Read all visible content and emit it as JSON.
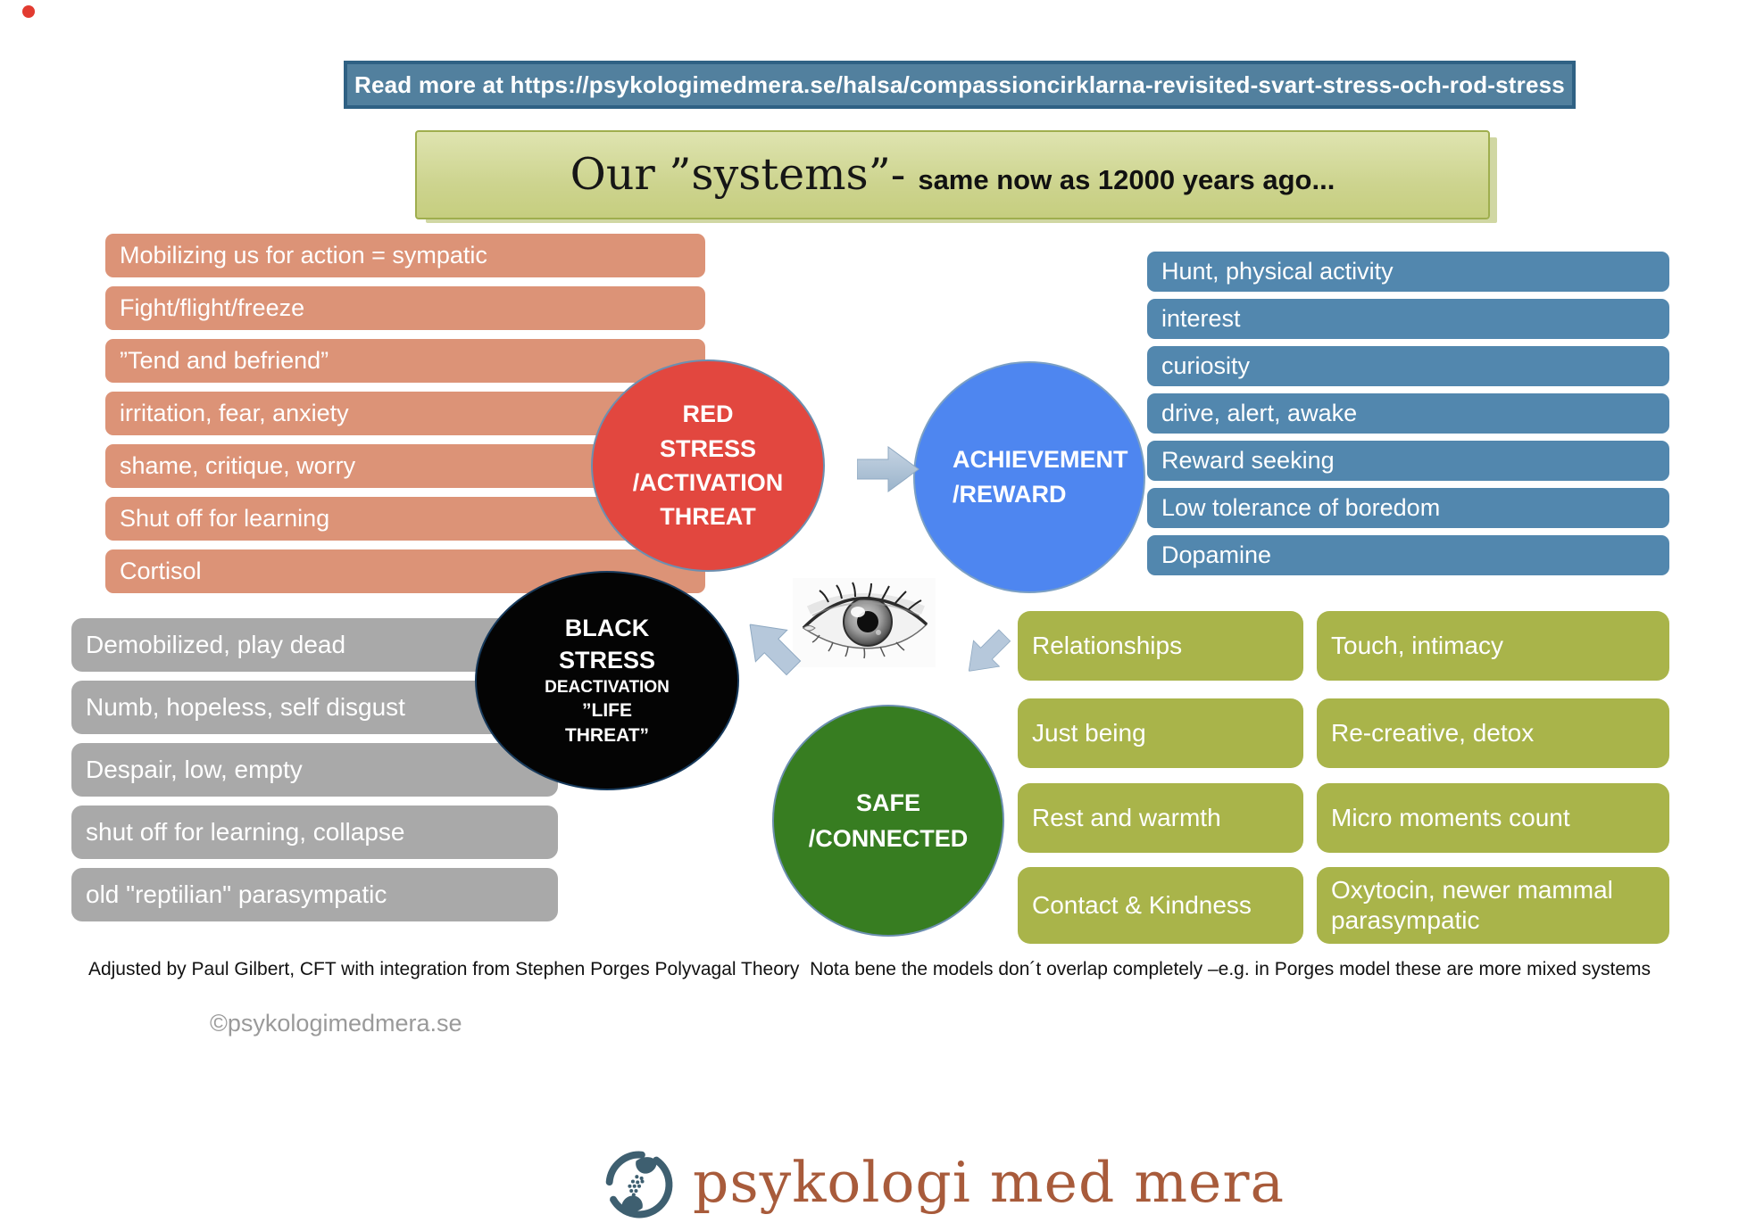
{
  "banner": {
    "text": "Read more at https://psykologimedmera.se/halsa/compassioncirklarna-revisited-svart-stress-och-rod-stress"
  },
  "title": {
    "main": "Our ”systems”-",
    "sub": "same now as 12000 years ago..."
  },
  "red_system": {
    "circle_lines": [
      "RED",
      "STRESS",
      "/ACTIVATION",
      "THREAT"
    ],
    "items": [
      "Mobilizing us for action = sympatic",
      "Fight/flight/freeze",
      "”Tend and befriend”",
      "irritation, fear, anxiety",
      "shame, critique, worry",
      "Shut off for learning",
      "Cortisol"
    ]
  },
  "achievement_system": {
    "circle_lines": [
      "ACHIEVEMENT",
      "/REWARD"
    ],
    "items": [
      "Hunt, physical activity",
      "interest",
      "curiosity",
      "drive, alert, awake",
      "Reward seeking",
      "Low tolerance of boredom",
      "Dopamine"
    ]
  },
  "black_system": {
    "circle_lines": [
      "BLACK",
      "STRESS",
      "DEACTIVATION",
      "”LIFE",
      "THREAT”"
    ],
    "items": [
      "Demobilized, play dead",
      "Numb, hopeless, self disgust",
      "Despair, low, empty",
      "shut off for learning, collapse",
      "old \"reptilian\" parasympatic"
    ]
  },
  "safe_system": {
    "circle_lines": [
      "SAFE",
      "/CONNECTED"
    ],
    "items_left": [
      "Relationships",
      "Just being",
      "Rest and warmth",
      "Contact & Kindness"
    ],
    "items_right": [
      "Touch, intimacy",
      "Re-creative, detox",
      "Micro moments count",
      "Oxytocin, newer mammal parasympatic"
    ]
  },
  "footer": {
    "attribution": "Adjusted by Paul Gilbert, CFT with integration from Stephen Porges Polyvagal Theory  Nota bene the models don´t overlap completely –e.g. in Porges model these are more mixed systems",
    "copyright": "©psykologimedmera.se",
    "logo_text": "psykologi med mera"
  },
  "colors": {
    "banner": "#52809E",
    "banner_border": "#2F6184",
    "title_bg": "#CDD48F",
    "title_border": "#9FAE4E",
    "salmon": "#DC9377",
    "blue_box": "#5287AE",
    "gray": "#A9A9A9",
    "olive": "#A9B44A",
    "red": "#E2473F",
    "blue_circle": "#4E86F0",
    "black": "#040404",
    "green": "#377D21",
    "arrow": "#B6C8DB",
    "rust": "#A85B3B",
    "slate": "#3E5F70"
  }
}
